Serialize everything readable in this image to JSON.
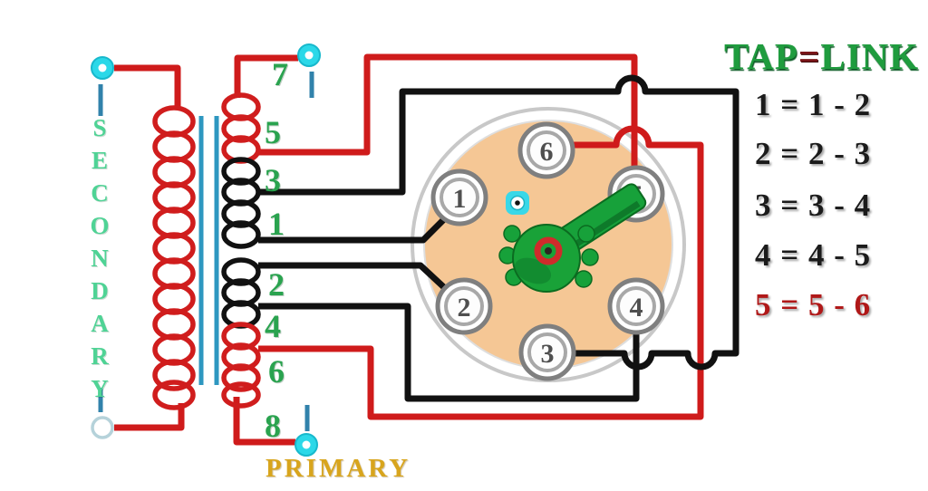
{
  "transformer": {
    "secondary_label": "SECONDARY",
    "primary_label": "PRIMARY",
    "taps": [
      "7",
      "5",
      "3",
      "1",
      "2",
      "4",
      "6",
      "8"
    ]
  },
  "switch": {
    "terminals": [
      "1",
      "2",
      "3",
      "4",
      "5",
      "6"
    ]
  },
  "legend": {
    "title_tap": "TAP",
    "title_eq": "=",
    "title_link": "LINK",
    "rows": [
      {
        "text": "1 = 1 - 2",
        "color": "#1b1b1b"
      },
      {
        "text": "2 = 2 - 3",
        "color": "#1b1b1b"
      },
      {
        "text": "3 = 3 - 4",
        "color": "#1b1b1b"
      },
      {
        "text": "4 = 4 - 5",
        "color": "#1b1b1b"
      },
      {
        "text": "5 = 5 - 6",
        "color": "#b01818"
      }
    ]
  },
  "colors": {
    "wire_red": "#cf1b1b",
    "wire_black": "#111111",
    "terminal_cyan": "#2bd8e8",
    "core_blue": "#2e97c0",
    "stub_blue": "#3182ab",
    "tap_number_green": "#2aa34f",
    "secondary_text_green": "#4fd395",
    "primary_text_gold": "#d8a51d",
    "legend_title_green": "#1f9c3e",
    "legend_eq_red": "#7a1518",
    "legend_text_black": "#1b1b1b",
    "legend_last_row_red": "#b01818",
    "dial_face_peach": "#f5c795",
    "knob_green": "#19a238",
    "knob_ring_red": "#cf2b2b"
  }
}
